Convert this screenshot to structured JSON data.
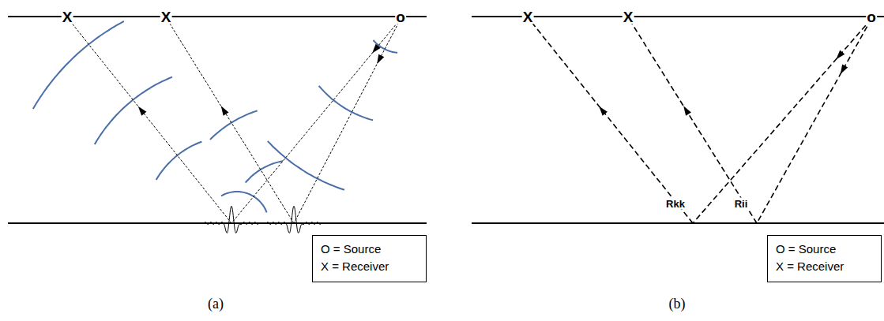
{
  "diagram": {
    "nodes": [
      {
        "text": [
          "O = Source",
          "X = Receiver"
        ]
      },
      {
        "text": [
          "O = Source",
          "X = Receiver"
        ]
      }
    ],
    "labels": [
      "X",
      "X",
      "o",
      "(a)",
      "X",
      "X",
      "o",
      "Rkk",
      "Rii",
      "(b)"
    ]
  }
}
